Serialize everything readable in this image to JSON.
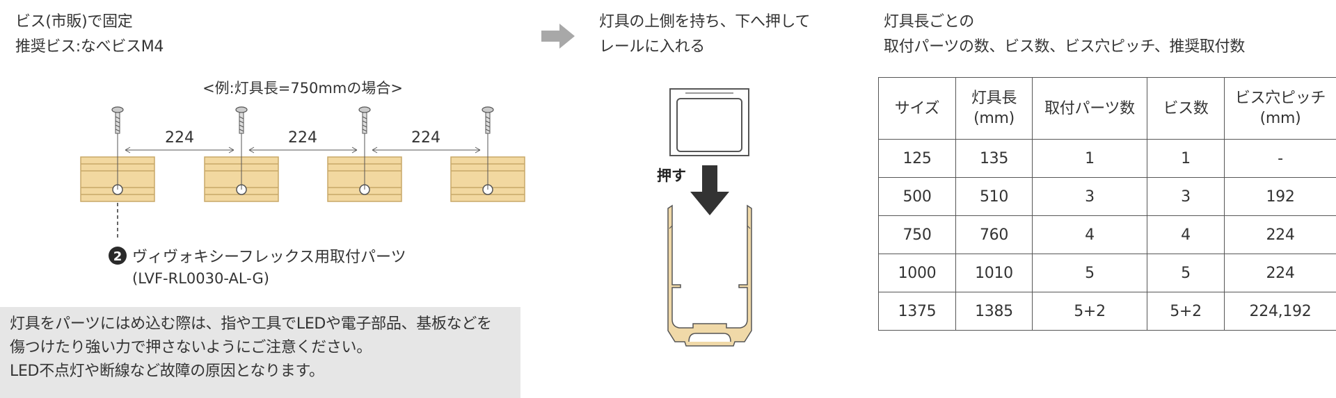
{
  "top_left": {
    "line1": "ビス(市販)で固定",
    "line2": "推奨ビス:なべビスM4"
  },
  "diagram": {
    "example_label": "<例:灯具長=750mmの場合>",
    "spacings": [
      "224",
      "224",
      "224"
    ],
    "part_number": "2",
    "part_name": "ヴィヴォキシーフレックス用取付パーツ",
    "part_code": "(LVF-RL0030-AL-G)"
  },
  "note": {
    "line1": "灯具をパーツにはめ込む際は、指や工具でLEDや電子部品、基板などを",
    "line2": "傷つけたり強い力で押さないようにご注意ください。",
    "line3": "LED不点灯や断線など故障の原因となります。"
  },
  "instruction": {
    "line1": "灯具の上側を持ち、下へ押して",
    "line2": "レールに入れる",
    "push_label": "押す"
  },
  "table_caption": {
    "line1": "灯具長ごとの",
    "line2": "取付パーツの数、ビス数、ビス穴ピッチ、推奨取付数"
  },
  "table": {
    "headers": [
      {
        "l1": "サイズ",
        "l2": ""
      },
      {
        "l1": "灯具長",
        "l2": "(mm)"
      },
      {
        "l1": "取付パーツ数",
        "l2": ""
      },
      {
        "l1": "ビス数",
        "l2": ""
      },
      {
        "l1": "ビス穴ピッチ",
        "l2": "(mm)"
      }
    ],
    "rows": [
      [
        "125",
        "135",
        "1",
        "1",
        "-"
      ],
      [
        "500",
        "510",
        "3",
        "3",
        "192"
      ],
      [
        "750",
        "760",
        "4",
        "4",
        "224"
      ],
      [
        "1000",
        "1010",
        "5",
        "5",
        "224"
      ],
      [
        "1375",
        "1385",
        "5+2",
        "5+2",
        "224,192"
      ]
    ]
  },
  "colors": {
    "wood": "#f2d8a0",
    "wood_line": "#c8a868",
    "arrow_gray": "#a8a8a8",
    "note_bg": "#e6e6e6",
    "rail_fill": "#f0d9a8"
  }
}
